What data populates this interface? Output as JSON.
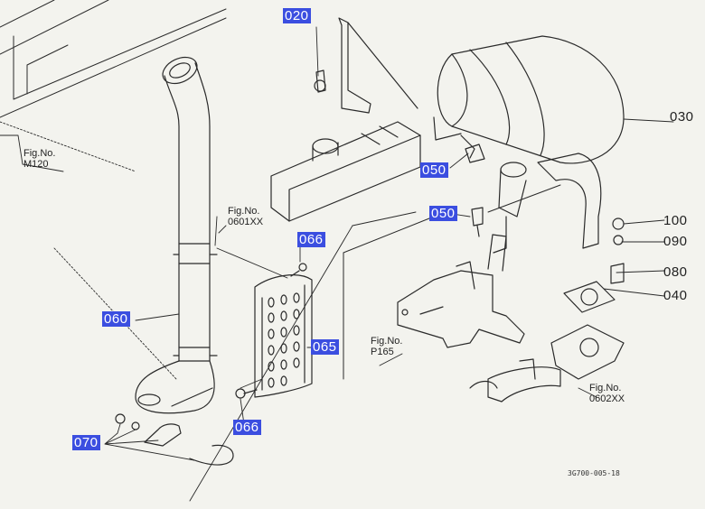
{
  "colors": {
    "highlight": "#3b4ee0",
    "line": "#2a2a2a",
    "paper": "#f3f3ee"
  },
  "part_labels": {
    "p020": "020",
    "p030": "030",
    "p040": "040",
    "p050a": "050",
    "p050b": "050",
    "p060": "060",
    "p065": "065",
    "p066a": "066",
    "p066b": "066",
    "p070": "070",
    "p080": "080",
    "p090": "090",
    "p100": "100"
  },
  "figure_refs": {
    "m120": {
      "caption": "Fig.No.",
      "number": "M120"
    },
    "f0601": {
      "caption": "Fig.No.",
      "number": "0601XX"
    },
    "p165": {
      "caption": "Fig.No.",
      "number": "P165"
    },
    "f0602": {
      "caption": "Fig.No.",
      "number": "0602XX"
    }
  },
  "diagram_code": "3G700-005-18"
}
